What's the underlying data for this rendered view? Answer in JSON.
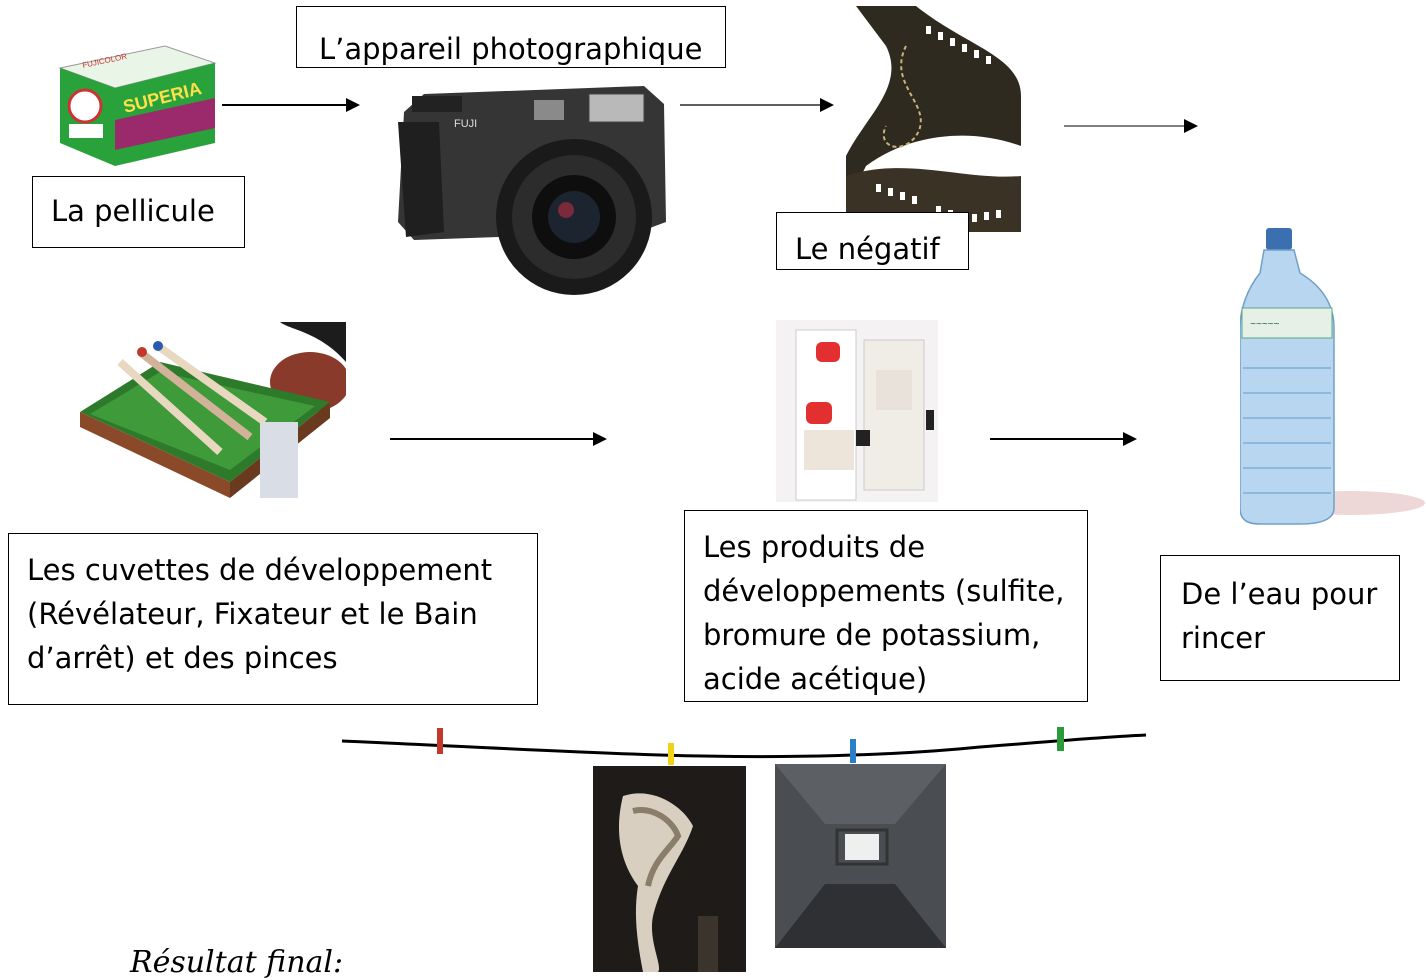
{
  "labels": {
    "film": "La pellicule",
    "camera": "L’appareil photographique",
    "negative": "Le négatif",
    "trays": "Les cuvettes de développement (Révélateur, Fixateur et le Bain d’arrêt) et des pinces",
    "chemicals": "Les produits de développements (sulfite, bromure de potassium, acide acétique)",
    "water": "De l’eau pour rincer",
    "final": "Résultat final:"
  },
  "film_box_text": {
    "brand": "SUPERIA",
    "maker": "FUJICOLOR"
  },
  "camera_text": {
    "brand": "FUJI"
  },
  "colors": {
    "film_green": "#27a33a",
    "film_magenta": "#9b2a6c",
    "camera_body": "#2e2e2e",
    "tray_green": "#2f7a2c",
    "bottle_blue": "#9fc6e6",
    "peg_red": "#c0392b",
    "peg_yellow": "#f1d11a",
    "peg_blue": "#2a80c8",
    "peg_green": "#2a9a3a"
  }
}
